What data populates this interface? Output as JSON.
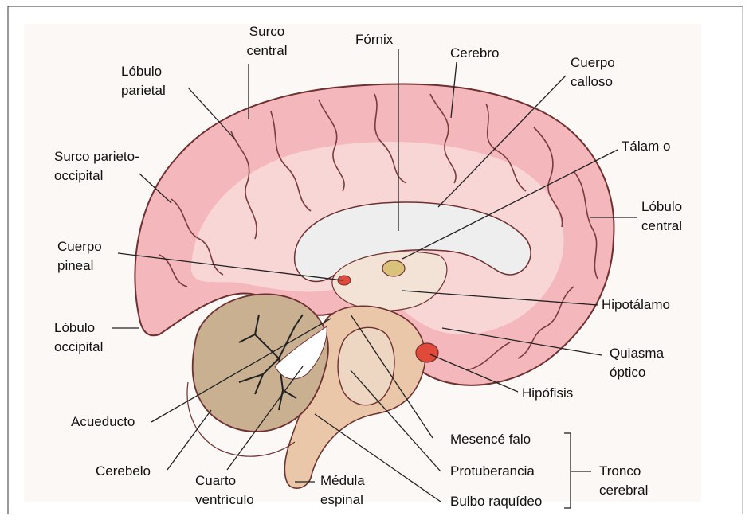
{
  "labels": {
    "surco_central": [
      "Surco",
      "central"
    ],
    "fornix": "Fórnix",
    "cerebro": "Cerebro",
    "cuerpo_calloso": [
      "Cuerpo",
      "calloso"
    ],
    "lobulo_parietal": [
      "Lóbulo",
      "parietal"
    ],
    "surco_parieto": [
      "Surco parieto-",
      "occipital"
    ],
    "talamo": "Tálam o",
    "lobulo_central": [
      "Lóbulo",
      "central"
    ],
    "cuerpo_pineal": [
      "Cuerpo",
      "pineal"
    ],
    "hipotalamo": "Hipotálamo",
    "lobulo_occipital": [
      "Lóbulo",
      "occipital"
    ],
    "quiasma": [
      "Quiasma",
      "óptico"
    ],
    "hipofisis": "Hipófisis",
    "acueducto": "Acueducto",
    "mesencefalo": "Mesencé falo",
    "protuberancia": "Protuberancia",
    "tronco": [
      "Tronco",
      "cerebral"
    ],
    "bulbo": "Bulbo raquídeo",
    "cerebelo": "Cerebelo",
    "cuarto": [
      "Cuarto",
      "ventrículo"
    ],
    "medula": [
      "Médula",
      "espinal"
    ]
  },
  "colors": {
    "cortex_outer": "#f4b8bc",
    "cortex_inner": "#f9d6d6",
    "gyrus_line": "#7a3b3b",
    "white_matter": "#eeeeee",
    "cerebellum": "#c9b091",
    "brainstem": "#e9c7a8",
    "thalamus": "#d9c27a",
    "pineal": "#e04a3a",
    "pituitary": "#e04a3a",
    "leader": "#222222"
  }
}
